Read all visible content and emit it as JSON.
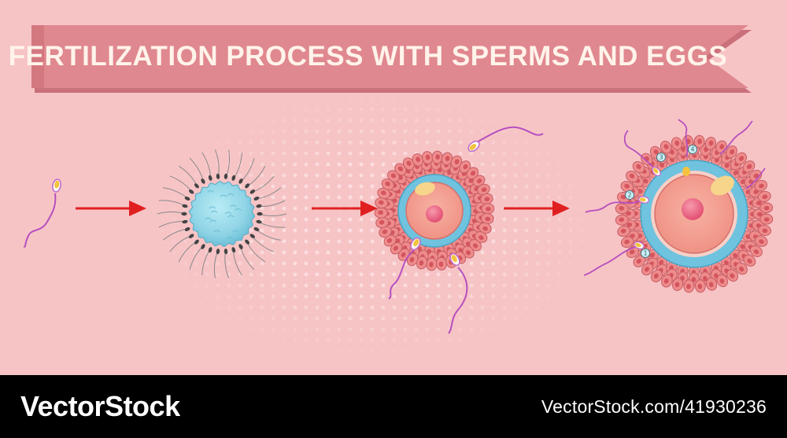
{
  "title": "FERTILIZATION PROCESS WITH SPERMS AND EGGS",
  "step_labels": [
    "1",
    "2",
    "3",
    "4"
  ],
  "watermark": {
    "brand": "VectorStock",
    "image_id": "VectorStock.com/41930236"
  },
  "colors": {
    "background": "#f7c4c6",
    "banner": "#e0888f",
    "banner_shadow": "#c9707a",
    "title_text": "#fff3ea",
    "arrow": "#e02020",
    "egg_blue": "#8fd4e6",
    "egg_ring": "#6fc3df",
    "cytoplasm": "#f49a8c",
    "nucleus": "#ea5c7c",
    "follicle_cell": "#e87c7e",
    "sperm_tail": "#b64fbf",
    "sperm_head": "#f4c23e"
  }
}
